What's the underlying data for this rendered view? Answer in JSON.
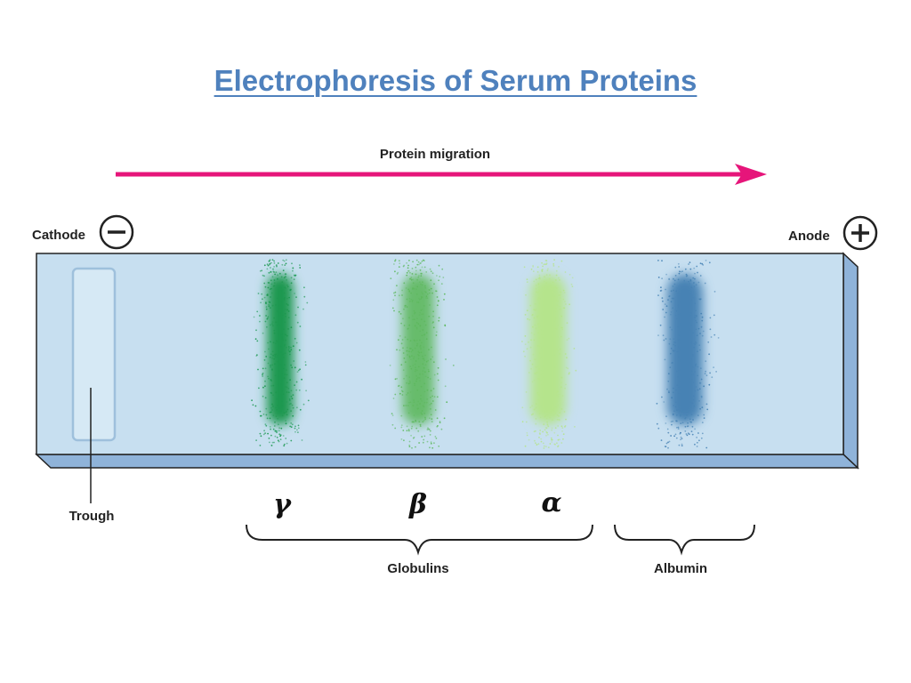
{
  "title": "Electrophoresis of Serum Proteins",
  "labels": {
    "migration": "Protein migration",
    "cathode": "Cathode",
    "anode": "Anode",
    "trough": "Trough",
    "globulins": "Globulins",
    "albumin": "Albumin"
  },
  "electrodes": {
    "cathode_symbol": "−",
    "anode_symbol": "+"
  },
  "bands": [
    {
      "name": "gamma",
      "symbol": "γ",
      "color": "#1a9850"
    },
    {
      "name": "beta",
      "symbol": "β",
      "color": "#5cb85c"
    },
    {
      "name": "alpha",
      "symbol": "α",
      "color": "#b5e48c"
    },
    {
      "name": "albumin",
      "symbol": "",
      "color": "#4682b4"
    }
  ],
  "colors": {
    "arrow": "#e6157a",
    "gel": "#c7dff0",
    "gel_side": "#8fb3d9",
    "title": "#4f81bd"
  }
}
